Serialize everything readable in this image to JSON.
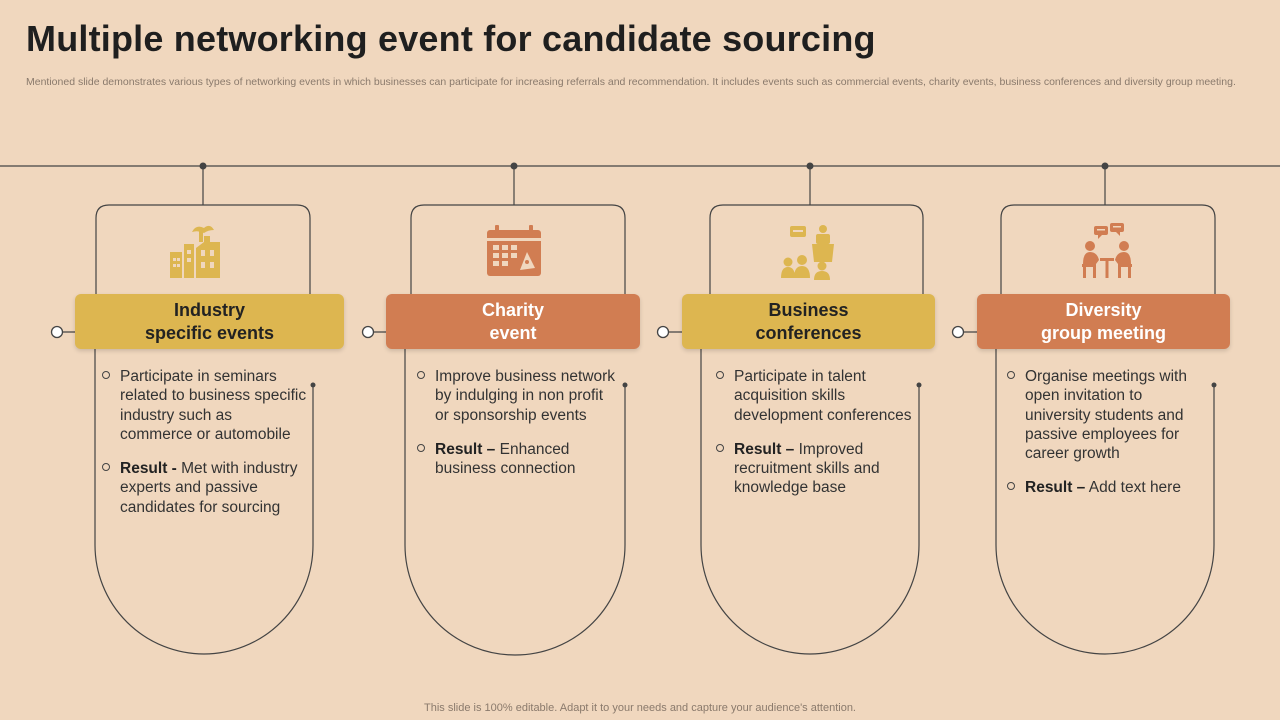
{
  "title": "Multiple networking event for candidate sourcing",
  "subtitle": "Mentioned slide demonstrates various types of networking events in which businesses can participate for increasing referrals and recommendation. It includes events such as commercial events, charity events, business conferences and diversity group meeting.",
  "footer": "This slide is 100% editable. Adapt it to your needs and capture your audience's attention.",
  "colors": {
    "yellow": "#DDB650",
    "orange": "#D17D52",
    "background": "#F0D7BE"
  },
  "events": [
    {
      "title_line1": "Industry",
      "title_line2": "specific events",
      "icon": "factory-icon",
      "point1": "Participate in seminars related to business specific industry such as commerce or automobile",
      "result_label": "Result -",
      "result_text": " Met with industry experts and passive candidates for sourcing"
    },
    {
      "title_line1": "Charity",
      "title_line2": "event",
      "icon": "calendar-event-icon",
      "point1": "Improve business network by indulging in non profit or sponsorship events",
      "result_label": "Result –",
      "result_text": " Enhanced business connection"
    },
    {
      "title_line1": "Business",
      "title_line2": "conferences",
      "icon": "conference-speaker-icon",
      "point1": "Participate in talent acquisition skills development conferences",
      "result_label": "Result –",
      "result_text": " Improved recruitment skills and knowledge base"
    },
    {
      "title_line1": "Diversity",
      "title_line2": "group meeting",
      "icon": "meeting-chat-icon",
      "point1": "Organise meetings with open invitation to university students and passive employees for career growth",
      "result_label": "Result –",
      "result_text": " Add text here"
    }
  ]
}
